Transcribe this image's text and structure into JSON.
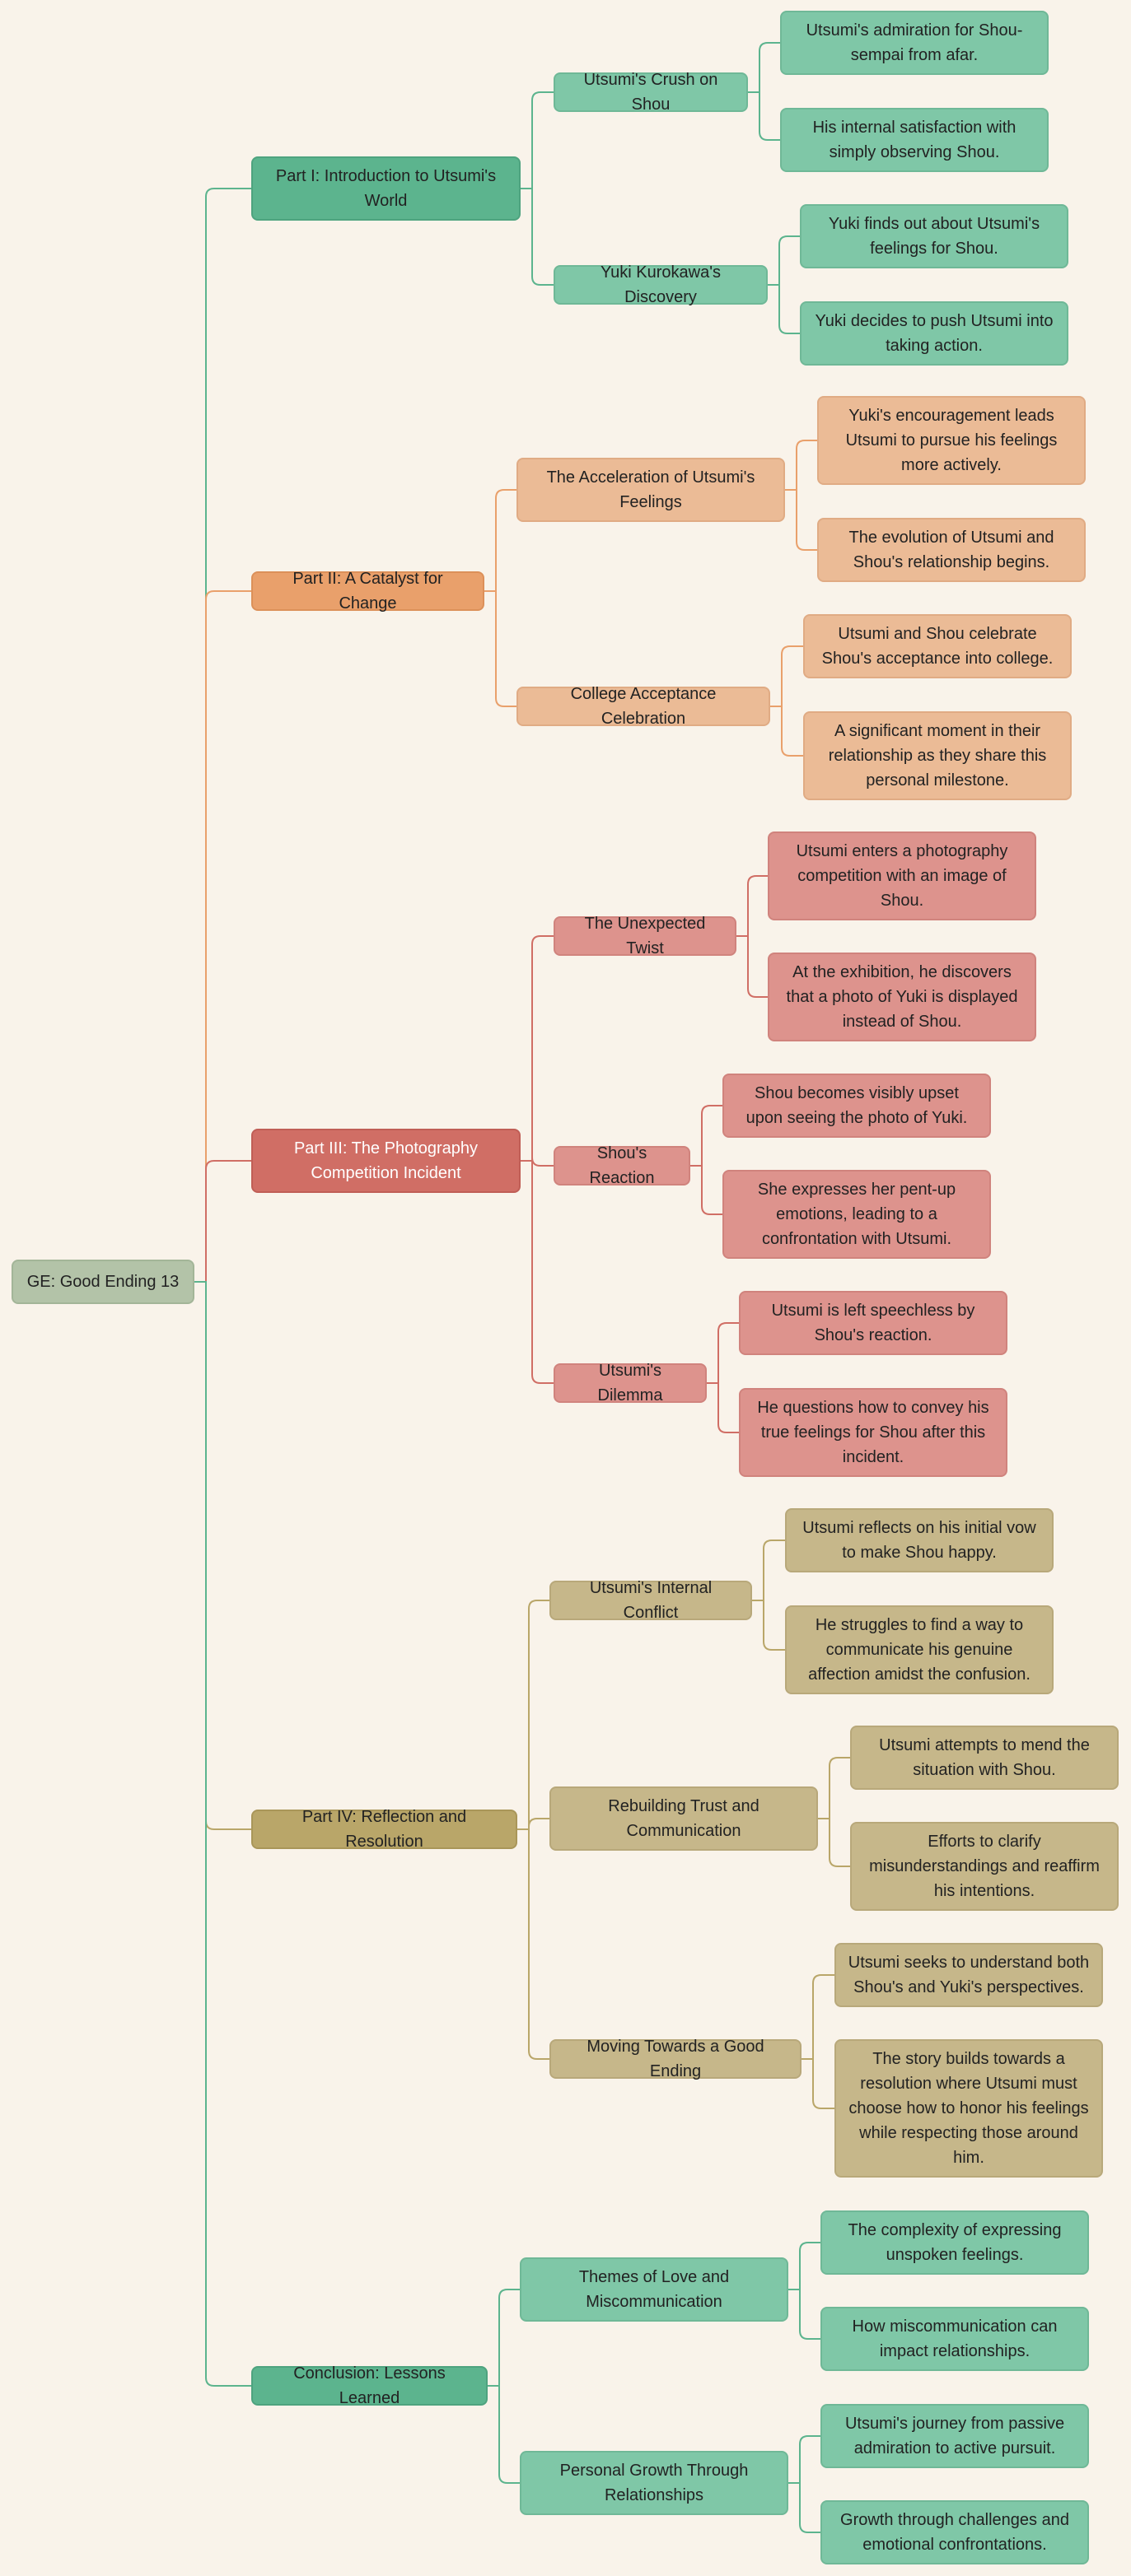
{
  "mindmap": {
    "root": "GE: Good Ending 13",
    "sections": [
      {
        "label": "Part I: Introduction to Utsumi's World",
        "color": "#5cb48e",
        "topics": [
          {
            "label": "Utsumi's Crush on Shou",
            "details": [
              "Utsumi's admiration for Shou-sempai from afar.",
              "His internal satisfaction with simply observing Shou."
            ]
          },
          {
            "label": "Yuki Kurokawa's Discovery",
            "details": [
              "Yuki finds out about Utsumi's feelings for Shou.",
              "Yuki decides to push Utsumi into taking action."
            ]
          }
        ]
      },
      {
        "label": "Part II: A Catalyst for Change",
        "color": "#e9a06b",
        "topics": [
          {
            "label": "The Acceleration of Utsumi's Feelings",
            "details": [
              "Yuki's encouragement leads Utsumi to pursue his feelings more actively.",
              "The evolution of Utsumi and Shou's relationship begins."
            ]
          },
          {
            "label": "College Acceptance Celebration",
            "details": [
              "Utsumi and Shou celebrate Shou's acceptance into college.",
              "A significant moment in their relationship as they share this personal milestone."
            ]
          }
        ]
      },
      {
        "label": "Part III: The Photography Competition Incident",
        "color": "#d06e65",
        "topics": [
          {
            "label": "The Unexpected Twist",
            "details": [
              "Utsumi enters a photography competition with an image of Shou.",
              "At the exhibition, he discovers that a photo of Yuki is displayed instead of Shou."
            ]
          },
          {
            "label": "Shou's Reaction",
            "details": [
              "Shou becomes visibly upset upon seeing the photo of Yuki.",
              "She expresses her pent-up emotions, leading to a confrontation with Utsumi."
            ]
          },
          {
            "label": "Utsumi's Dilemma",
            "details": [
              "Utsumi is left speechless by Shou's reaction.",
              "He questions how to convey his true feelings for Shou after this incident."
            ]
          }
        ]
      },
      {
        "label": "Part IV: Reflection and Resolution",
        "color": "#b9a669",
        "topics": [
          {
            "label": "Utsumi's Internal Conflict",
            "details": [
              "Utsumi reflects on his initial vow to make Shou happy.",
              "He struggles to find a way to communicate his genuine affection amidst the confusion."
            ]
          },
          {
            "label": "Rebuilding Trust and Communication",
            "details": [
              "Utsumi attempts to mend the situation with Shou.",
              "Efforts to clarify misunderstandings and reaffirm his intentions."
            ]
          },
          {
            "label": "Moving Towards a Good Ending",
            "details": [
              "Utsumi seeks to understand both Shou's and Yuki's perspectives.",
              "The story builds towards a resolution where Utsumi must choose how to honor his feelings while respecting those around him."
            ]
          }
        ]
      },
      {
        "label": "Conclusion: Lessons Learned",
        "color": "#5cb48e",
        "topics": [
          {
            "label": "Themes of Love and Miscommunication",
            "details": [
              "The complexity of expressing unspoken feelings.",
              "How miscommunication can impact relationships."
            ]
          },
          {
            "label": "Personal Growth Through Relationships",
            "details": [
              "Utsumi's journey from passive admiration to active pursuit.",
              "Growth through challenges and emotional confrontations."
            ]
          }
        ]
      }
    ]
  }
}
